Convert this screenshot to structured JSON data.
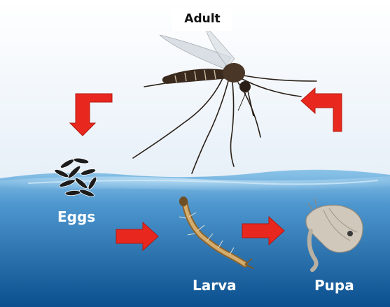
{
  "labels": {
    "adult": "Adult",
    "eggs": "Eggs",
    "larva": "Larva",
    "pupa": "Pupa"
  },
  "colors": {
    "sky": "#f1f6fb",
    "water_top": "#6fb0dc",
    "water_bottom": "#0d5a9a",
    "arrow_red": "#e8281e",
    "mosquito_body": "#3a2a1e",
    "egg": "#1c1c1c",
    "larva_body": "#b58a4a",
    "pupa_body": "#c8c2b6"
  },
  "icons": [
    "mosquito-icon",
    "eggs-icon",
    "larva-icon",
    "pupa-icon",
    "arrow-icon"
  ]
}
